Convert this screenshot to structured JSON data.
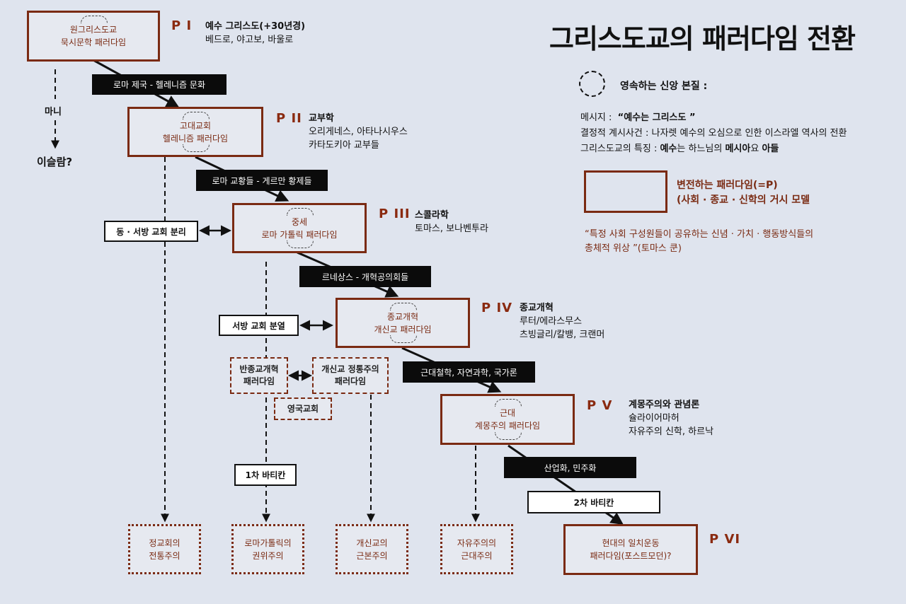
{
  "title": "그리스도교의 패러다임 전환",
  "paradigms": [
    {
      "label": "P I",
      "line1": "원그리스도교",
      "line2": "묵시문학 패러다임",
      "desc": [
        "예수 그리스도(+30년경)",
        "베드로, 야고보, 바울로"
      ]
    },
    {
      "label": "P II",
      "line1": "고대교회",
      "line2": "헬레니즘 패러다임",
      "desc": [
        "교부학",
        "오리게네스, 아타나시우스",
        "카타도키아 교부들"
      ]
    },
    {
      "label": "P III",
      "line1": "중세",
      "line2": "로마 가톨릭 패러다임",
      "desc": [
        "스콜라학",
        "토마스, 보나벤투라"
      ]
    },
    {
      "label": "P IV",
      "line1": "종교개혁",
      "line2": "개신교 패러다임",
      "desc": [
        "종교개혁",
        "루터/에라스무스",
        "츠빙글리/칼뱅, 크랜머"
      ]
    },
    {
      "label": "P V",
      "line1": "근대",
      "line2": "계몽주의 패러다임",
      "desc": [
        "계몽주의와 관념론",
        "슐라이어마허",
        "자유주의 신학, 하르낙"
      ]
    },
    {
      "label": "P VI",
      "line1": "현대의 일치운동",
      "line2": "패러다임(포스트모던)?"
    }
  ],
  "transitions": [
    "로마 제국 - 헬레니즘 문화",
    "로마 교황들 - 게르만 황제들",
    "르네상스 - 개혁공의회들",
    "근대철학, 자연과학, 국가론",
    "산업화, 민주화"
  ],
  "side_boxes": {
    "east_west": "동 · 서방 교회 분리",
    "west_split": "서방 교회 분열",
    "vatican1": "1차 바티칸",
    "vatican2": "2차 바티칸"
  },
  "mani": "마니",
  "islam": "이슬람?",
  "counter_reform": [
    "반종교개혁",
    "패러다임"
  ],
  "protestant_orthodox": [
    "개신교 정통주의",
    "패러다임"
  ],
  "anglican": "영국교회",
  "outcomes": [
    [
      "정교회의",
      "전통주의"
    ],
    [
      "로마가톨릭의",
      "권위주의"
    ],
    [
      "개신교의",
      "근본주의"
    ],
    [
      "자유주의의",
      "근대주의"
    ]
  ],
  "legend": {
    "essence_title": "영속하는 신앙 본질 :",
    "message_label": "메시지 :",
    "message_value": "“예수는 그리스도 ”",
    "event_label": "결정적 계시사건 :",
    "event_value": "나자렛 예수의 오심으로 인한 이스라엘 역사의 전환",
    "feature_label": "그리스도교의 특징 :",
    "feature_value_1": "예수",
    "feature_value_2": "는 하느님의 ",
    "feature_value_3": "메시아",
    "feature_value_4": "요 ",
    "feature_value_5": "아들",
    "paradigm_line1": "변전하는 패러다임(=P)",
    "paradigm_line2": "(사회 · 종교 · 신학의 거시 모델",
    "quote_line1": "“특정 사회 구성원들이 공유하는 신념 · 가치 · 행동방식들의",
    "quote_line2": "총체적 위상 ”(토마스 쿤)"
  },
  "colors": {
    "background": "#dfe4ee",
    "paradigm_border": "#7a2a12",
    "label": "#8a2a10",
    "dark_box": "#0b0b0b"
  }
}
